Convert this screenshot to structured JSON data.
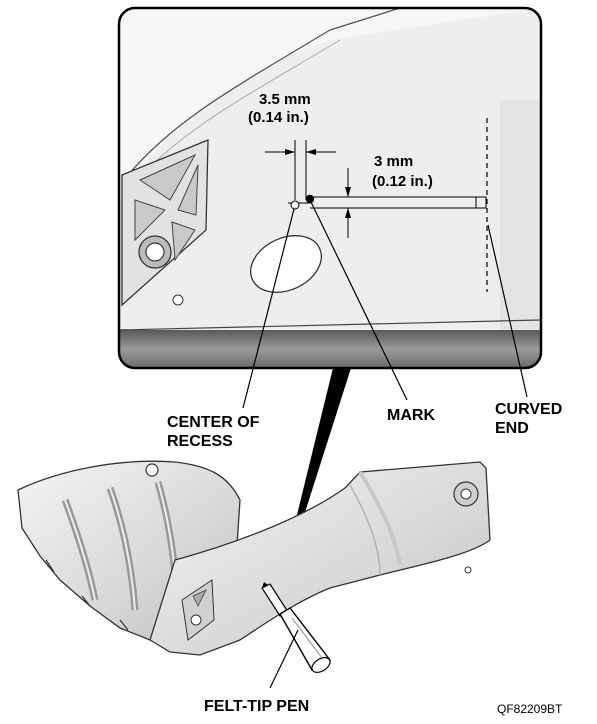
{
  "dimensions": {
    "horizontal": {
      "metric": "3.5 mm",
      "imperial": "(0.14 in.)"
    },
    "vertical": {
      "metric": "3 mm",
      "imperial": "(0.12 in.)"
    }
  },
  "callouts": {
    "center_of_recess": [
      "CENTER OF",
      "RECESS"
    ],
    "mark": "MARK",
    "curved_end": [
      "CURVED",
      "END"
    ],
    "felt_tip_pen": "FELT-TIP PEN"
  },
  "figure_code": "QF82209BT"
}
